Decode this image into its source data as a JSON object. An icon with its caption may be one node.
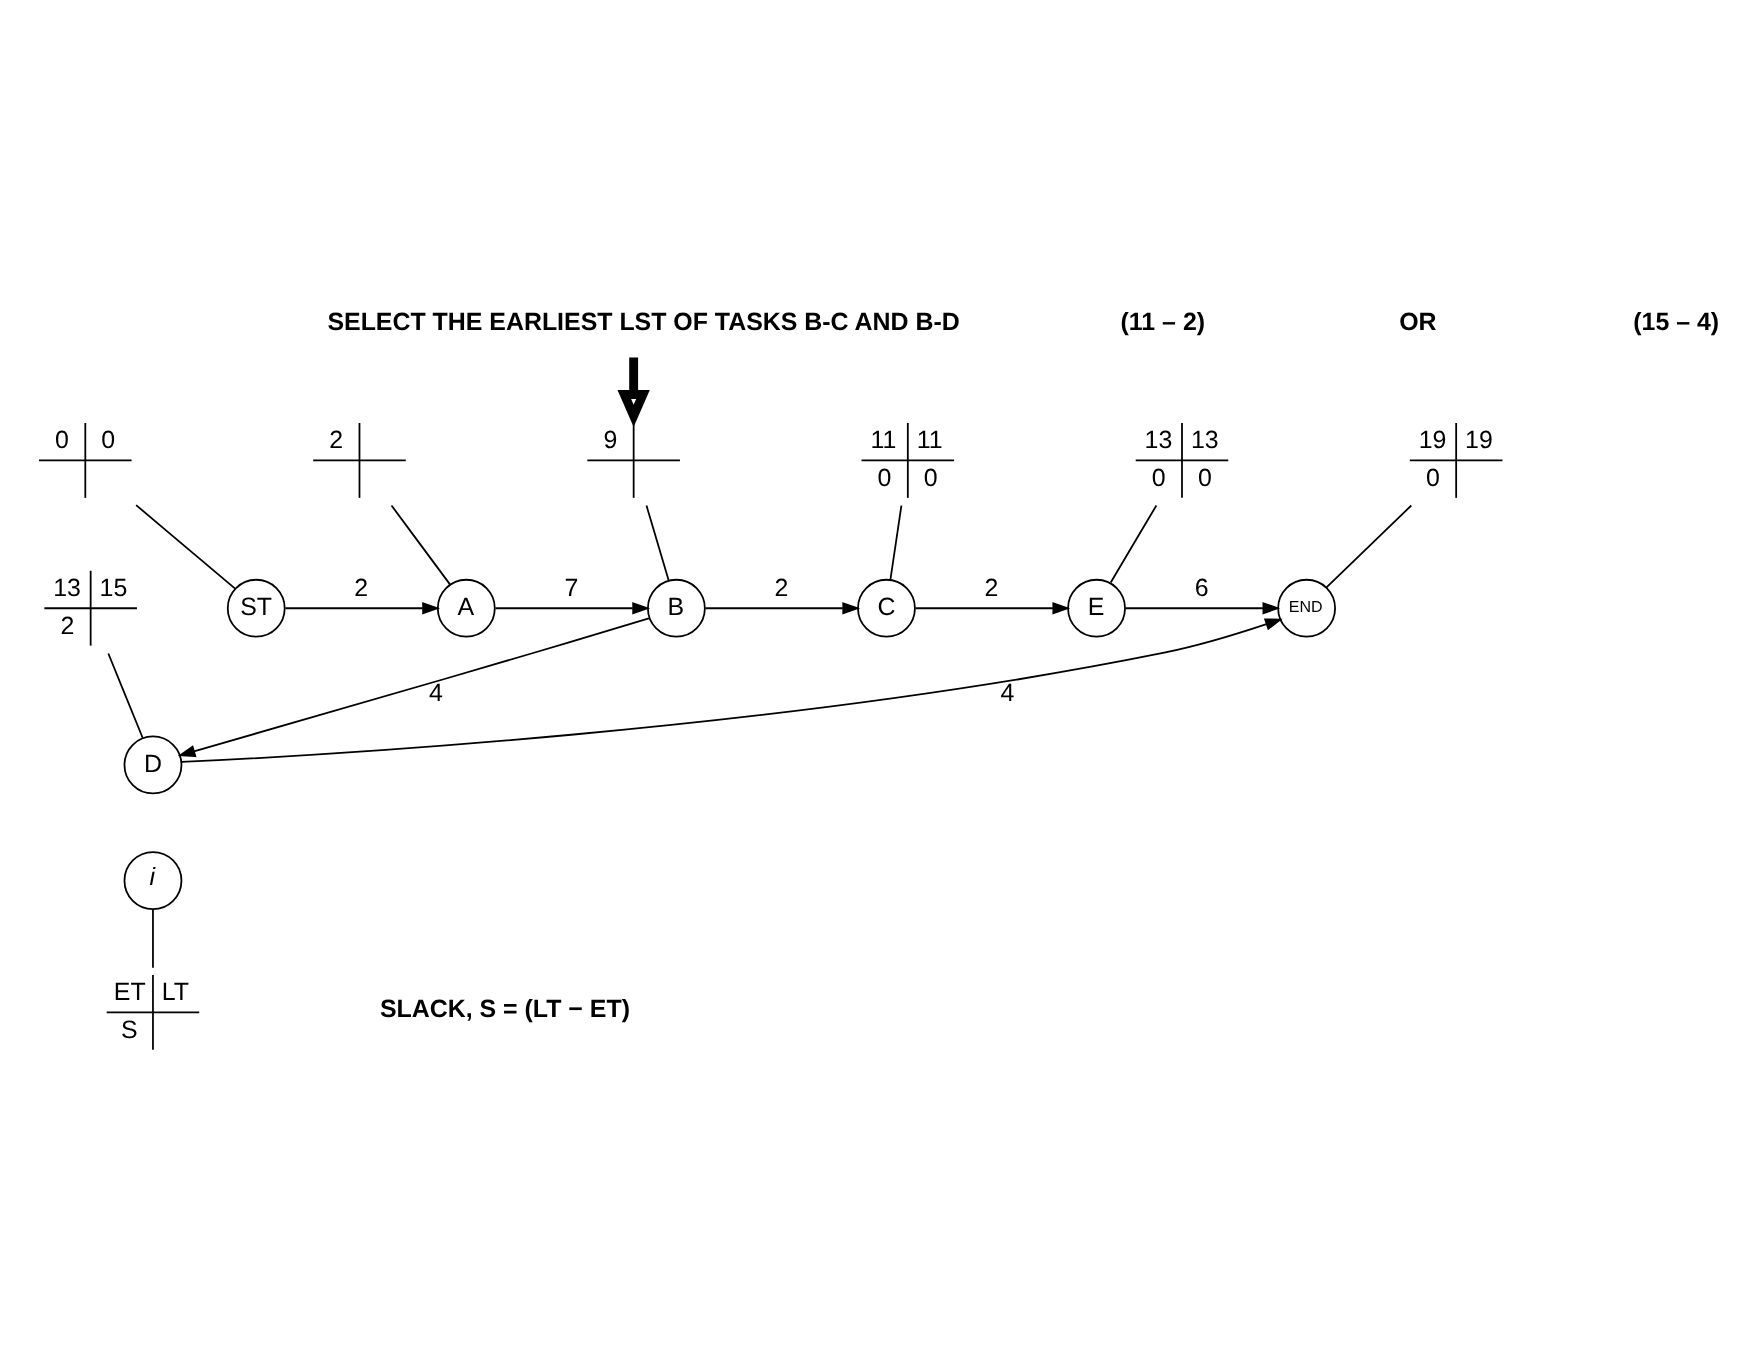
{
  "diagram": {
    "nodes": [
      {
        "text": [
          "SELECT THE EARLIEST LST OF TASKS B-C AND B-D"
        ]
      },
      {
        "text": [
          "0",
          "0"
        ]
      },
      {
        "text": [
          "2"
        ]
      },
      {
        "text": [
          "9"
        ]
      },
      {
        "text": [
          "11",
          "11",
          "0",
          "0"
        ]
      },
      {
        "text": [
          "13",
          "13",
          "0",
          "0"
        ]
      },
      {
        "text": [
          "19",
          "19",
          "0"
        ]
      },
      {
        "text": [
          "ST"
        ]
      },
      {
        "text": [
          "A"
        ]
      },
      {
        "text": [
          "B"
        ]
      },
      {
        "text": [
          "C"
        ]
      },
      {
        "text": [
          "E"
        ]
      },
      {
        "text": [
          "END"
        ]
      },
      {
        "text": [
          "13",
          "15",
          "2"
        ]
      },
      {
        "text": [
          "D"
        ]
      },
      {
        "text": [
          "i"
        ]
      },
      {
        "text": [
          "ET",
          "LT",
          "S"
        ]
      }
    ],
    "edges": [
      {
        "from": 7,
        "to": 8,
        "arrow": "to",
        "label": "2"
      },
      {
        "from": 8,
        "to": 9,
        "arrow": "to",
        "label": "7"
      },
      {
        "from": 9,
        "to": 10,
        "arrow": "to",
        "label": "2"
      },
      {
        "from": 10,
        "to": 11,
        "arrow": "to",
        "label": "2"
      },
      {
        "from": 11,
        "to": 12,
        "arrow": "to",
        "label": "6"
      },
      {
        "from": 9,
        "to": 14,
        "arrow": "to",
        "label": "4"
      },
      {
        "from": 14,
        "to": 12,
        "arrow": "to",
        "label": "4"
      },
      {
        "from": 1,
        "to": 7,
        "arrow": "none"
      },
      {
        "from": 2,
        "to": 8,
        "arrow": "none"
      },
      {
        "from": 3,
        "to": 9,
        "arrow": "none"
      },
      {
        "from": 4,
        "to": 10,
        "arrow": "none"
      },
      {
        "from": 5,
        "to": 11,
        "arrow": "none"
      },
      {
        "from": 6,
        "to": 12,
        "arrow": "none"
      },
      {
        "from": 13,
        "to": 14,
        "arrow": "none"
      },
      {
        "from": 15,
        "to": 16,
        "arrow": "none"
      },
      {
        "from": 0,
        "to": 3,
        "arrow": "to",
        "style": "thick"
      }
    ],
    "labels": [
      "(11 – 2)",
      "OR",
      "(15 – 4)",
      "SLACK, S = (LT − ET)"
    ]
  }
}
